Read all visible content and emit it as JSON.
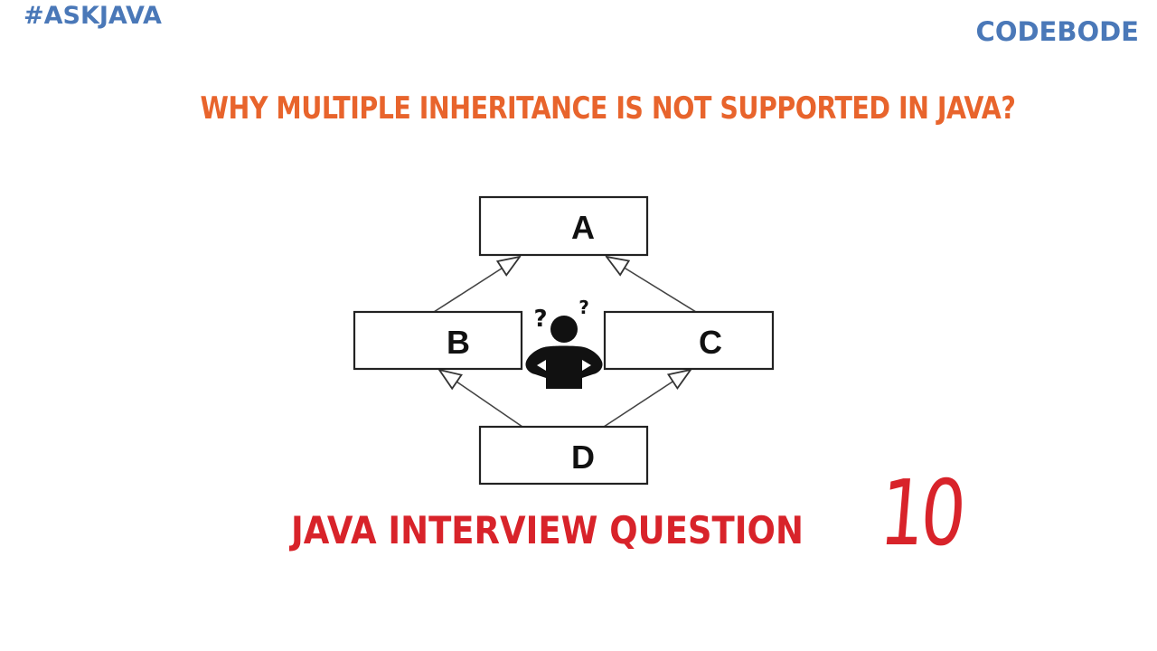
{
  "header": {
    "hashtag": "#ASKJAVA",
    "brand": "CODEBODE"
  },
  "question": "WHY MULTIPLE INHERITANCE IS NOT SUPPORTED IN JAVA?",
  "diagram": {
    "nodes": [
      {
        "id": "A",
        "label": "A"
      },
      {
        "id": "B",
        "label": "B"
      },
      {
        "id": "C",
        "label": "C"
      },
      {
        "id": "D",
        "label": "D"
      }
    ],
    "edges": [
      {
        "from": "B",
        "to": "A"
      },
      {
        "from": "C",
        "to": "A"
      },
      {
        "from": "D",
        "to": "B"
      },
      {
        "from": "D",
        "to": "C"
      }
    ],
    "confused_icon": "confused-person-icon",
    "question_marks": [
      "?",
      "?"
    ]
  },
  "footer": {
    "title": "JAVA INTERVIEW QUESTION",
    "number": "10"
  },
  "colors": {
    "brand_blue": "#4a78b8",
    "question_orange": "#e8642c",
    "footer_red": "#d8232a",
    "diagram_ink": "#111111"
  }
}
